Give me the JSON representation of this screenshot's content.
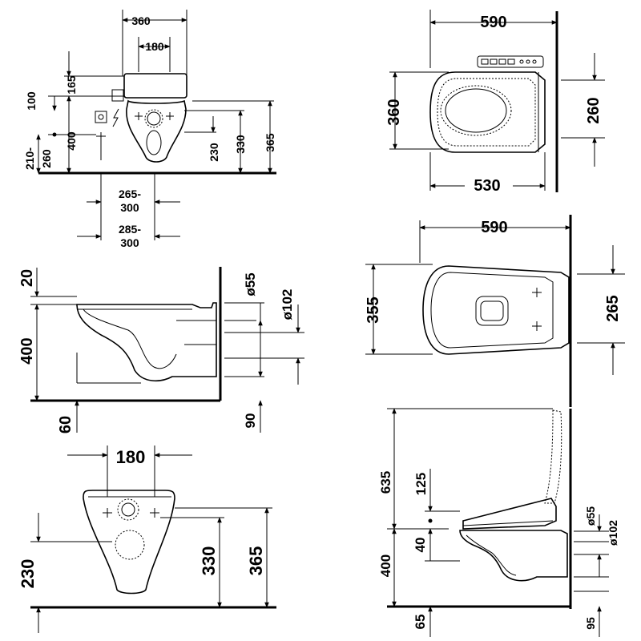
{
  "front_top_view": {
    "width_overall": "360",
    "width_fixing": "180",
    "height_165": "165",
    "height_100": "100",
    "height_400": "400",
    "height_210_260_a": "210-",
    "height_210_260_b": "260",
    "height_230": "230",
    "height_330": "330",
    "height_365": "365",
    "spacing_a1": "265-",
    "spacing_a2": "300",
    "spacing_b1": "285-",
    "spacing_b2": "300"
  },
  "plan_with_control": {
    "depth": "590",
    "width": "360",
    "fixing": "260",
    "inner_depth": "530"
  },
  "side_view": {
    "top_gap": "20",
    "height": "400",
    "bottom_offset": "60",
    "inlet": "ø55",
    "outlet": "ø102",
    "outlet_height": "90"
  },
  "plan_bowl": {
    "depth": "590",
    "width": "355",
    "fixing": "265"
  },
  "front_view": {
    "fixing": "180",
    "height_230": "230",
    "height_330": "330",
    "height_365": "365"
  },
  "side_with_seat": {
    "lid_height": "635",
    "h125": "125",
    "h40": "40",
    "h400": "400",
    "h65": "65",
    "h95": "95",
    "inlet": "ø55",
    "outlet": "ø102"
  }
}
